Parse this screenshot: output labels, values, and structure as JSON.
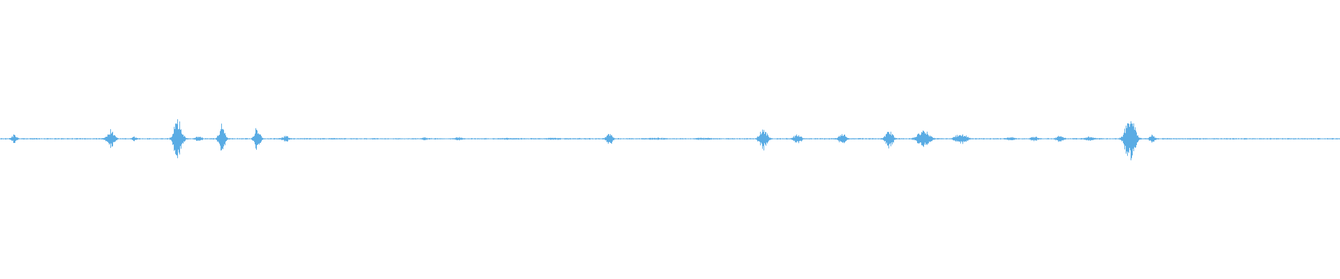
{
  "waveform": {
    "color": "#5aace4",
    "background": "#ffffff",
    "baseline_amplitude": 0.004,
    "bursts": [
      {
        "t": 0.0102,
        "amp": 0.035,
        "span": 0.003
      },
      {
        "t": 0.0823,
        "amp": 0.075,
        "span": 0.004
      },
      {
        "t": 0.1,
        "amp": 0.02,
        "span": 0.003
      },
      {
        "t": 0.1326,
        "amp": 0.18,
        "span": 0.004
      },
      {
        "t": 0.1479,
        "amp": 0.02,
        "span": 0.004
      },
      {
        "t": 0.1653,
        "amp": 0.12,
        "span": 0.003
      },
      {
        "t": 0.1918,
        "amp": 0.095,
        "span": 0.003
      },
      {
        "t": 0.2128,
        "amp": 0.03,
        "span": 0.003
      },
      {
        "t": 0.25,
        "amp": 0.006,
        "span": 0.01
      },
      {
        "t": 0.3163,
        "amp": 0.015,
        "span": 0.003
      },
      {
        "t": 0.3418,
        "amp": 0.015,
        "span": 0.004
      },
      {
        "t": 0.38,
        "amp": 0.008,
        "span": 0.015
      },
      {
        "t": 0.4133,
        "amp": 0.01,
        "span": 0.008
      },
      {
        "t": 0.4546,
        "amp": 0.055,
        "span": 0.003
      },
      {
        "t": 0.4898,
        "amp": 0.01,
        "span": 0.01
      },
      {
        "t": 0.525,
        "amp": 0.01,
        "span": 0.01
      },
      {
        "t": 0.5694,
        "amp": 0.09,
        "span": 0.004
      },
      {
        "t": 0.5949,
        "amp": 0.04,
        "span": 0.004
      },
      {
        "t": 0.6286,
        "amp": 0.045,
        "span": 0.004
      },
      {
        "t": 0.6633,
        "amp": 0.075,
        "span": 0.004
      },
      {
        "t": 0.6888,
        "amp": 0.075,
        "span": 0.006
      },
      {
        "t": 0.7168,
        "amp": 0.045,
        "span": 0.006
      },
      {
        "t": 0.7538,
        "amp": 0.02,
        "span": 0.004
      },
      {
        "t": 0.7717,
        "amp": 0.02,
        "span": 0.004
      },
      {
        "t": 0.7908,
        "amp": 0.03,
        "span": 0.004
      },
      {
        "t": 0.8125,
        "amp": 0.02,
        "span": 0.005
      },
      {
        "t": 0.8431,
        "amp": 0.19,
        "span": 0.005
      },
      {
        "t": 0.8597,
        "amp": 0.035,
        "span": 0.003
      }
    ]
  }
}
